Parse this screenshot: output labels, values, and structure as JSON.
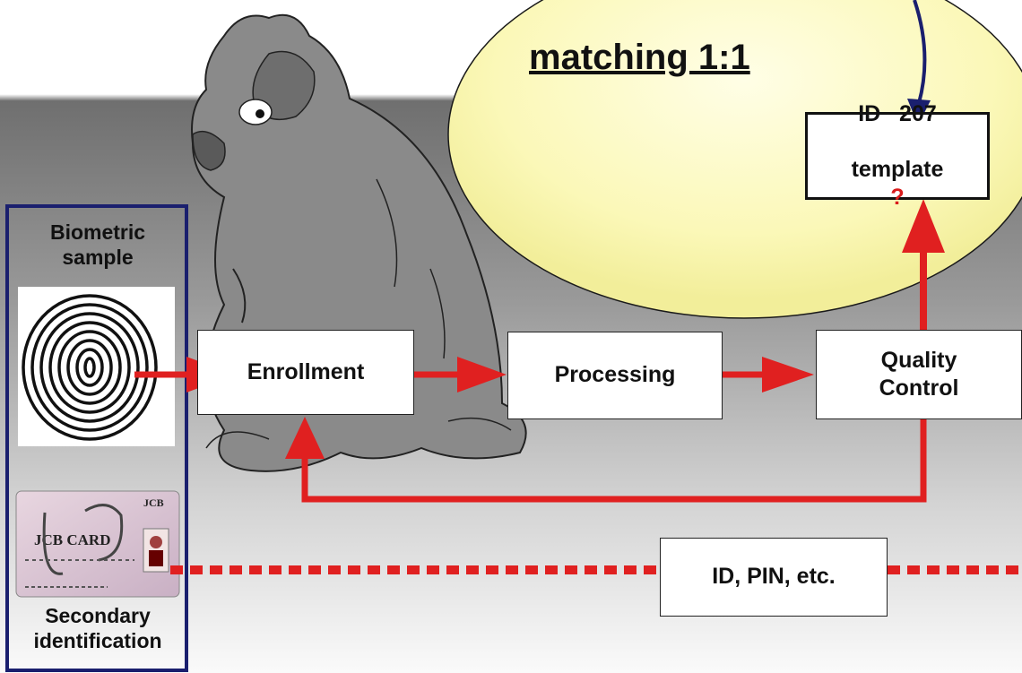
{
  "title": "matching 1:1",
  "left_panel": {
    "sample_label": "Biometric\nsample",
    "secondary_label": "Secondary\nidentification",
    "card_brand": "JCB",
    "card_title": "JCB CARD"
  },
  "steps": {
    "enrollment": "Enrollment",
    "processing": "Processing",
    "quality_control": "Quality\nControl"
  },
  "template": {
    "line1": "ID   207",
    "line2": "template",
    "question": "?"
  },
  "secondary_box": "ID, PIN, etc.",
  "colors": {
    "arrow": "#e02020",
    "panel_border": "#1a1f6e",
    "template_arrow": "#1a1f6e",
    "spotlight": "#fbf8b8"
  }
}
